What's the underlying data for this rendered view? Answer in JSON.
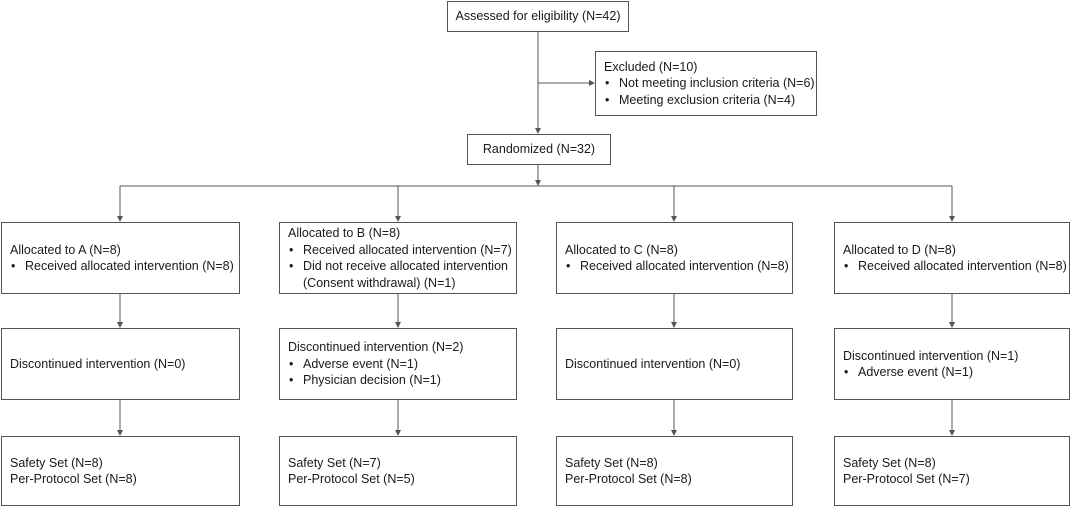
{
  "assessed": "Assessed for eligibility (N=42)",
  "excluded": {
    "title": "Excluded  (N=10)",
    "items": [
      "Not meeting inclusion criteria (N=6)",
      "Meeting exclusion criteria (N=4)"
    ]
  },
  "randomized": "Randomized (N=32)",
  "bullet": "•",
  "arms": [
    {
      "alloc_title": "Allocated to A (N=8)",
      "alloc_items": [
        "Received allocated intervention (N=8)"
      ],
      "disc_title": "Discontinued intervention (N=0)",
      "disc_items": [],
      "safety": "Safety Set (N=8)",
      "pp": "Per-Protocol Set (N=8)"
    },
    {
      "alloc_title": "Allocated to B (N=8)",
      "alloc_items": [
        "Received allocated intervention (N=7)",
        "Did not receive allocated intervention"
      ],
      "alloc_item_cont": "(Consent withdrawal) (N=1)",
      "disc_title": "Discontinued intervention (N=2)",
      "disc_items": [
        "Adverse event (N=1)",
        "Physician decision (N=1)"
      ],
      "safety": "Safety Set (N=7)",
      "pp": "Per-Protocol Set (N=5)"
    },
    {
      "alloc_title": "Allocated to C (N=8)",
      "alloc_items": [
        "Received allocated intervention (N=8)"
      ],
      "disc_title": "Discontinued intervention (N=0)",
      "disc_items": [],
      "safety": "Safety Set (N=8)",
      "pp": "Per-Protocol Set (N=8)"
    },
    {
      "alloc_title": "Allocated to D (N=8)",
      "alloc_items": [
        "Received allocated intervention (N=8)"
      ],
      "disc_title": "Discontinued intervention (N=1)",
      "disc_items": [
        "Adverse event (N=1)"
      ],
      "safety": "Safety Set (N=8)",
      "pp": "Per-Protocol Set (N=7)"
    }
  ]
}
